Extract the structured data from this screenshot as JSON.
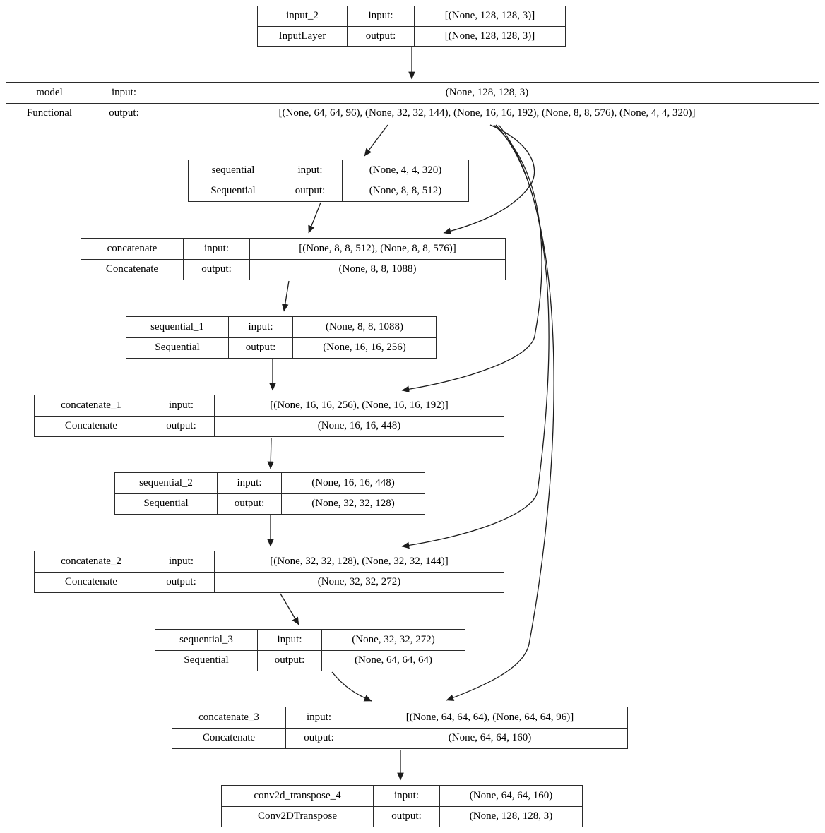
{
  "colors": {
    "background": "#ffffff",
    "line": "#1c1c1c",
    "text": "#000000"
  },
  "nodes": [
    {
      "id": "input_2",
      "name": "input_2",
      "type": "InputLayer",
      "input_label": "input:",
      "output_label": "output:",
      "input_shape": "[(None, 128, 128, 3)]",
      "output_shape": "[(None, 128, 128, 3)]"
    },
    {
      "id": "model",
      "name": "model",
      "type": "Functional",
      "input_label": "input:",
      "output_label": "output:",
      "input_shape": "(None, 128, 128, 3)",
      "output_shape": "[(None, 64, 64, 96), (None, 32, 32, 144), (None, 16, 16, 192), (None, 8, 8, 576), (None, 4, 4, 320)]"
    },
    {
      "id": "sequential",
      "name": "sequential",
      "type": "Sequential",
      "input_label": "input:",
      "output_label": "output:",
      "input_shape": "(None, 4, 4, 320)",
      "output_shape": "(None, 8, 8, 512)"
    },
    {
      "id": "concatenate",
      "name": "concatenate",
      "type": "Concatenate",
      "input_label": "input:",
      "output_label": "output:",
      "input_shape": "[(None, 8, 8, 512), (None, 8, 8, 576)]",
      "output_shape": "(None, 8, 8, 1088)"
    },
    {
      "id": "sequential_1",
      "name": "sequential_1",
      "type": "Sequential",
      "input_label": "input:",
      "output_label": "output:",
      "input_shape": "(None, 8, 8, 1088)",
      "output_shape": "(None, 16, 16, 256)"
    },
    {
      "id": "concatenate_1",
      "name": "concatenate_1",
      "type": "Concatenate",
      "input_label": "input:",
      "output_label": "output:",
      "input_shape": "[(None, 16, 16, 256), (None, 16, 16, 192)]",
      "output_shape": "(None, 16, 16, 448)"
    },
    {
      "id": "sequential_2",
      "name": "sequential_2",
      "type": "Sequential",
      "input_label": "input:",
      "output_label": "output:",
      "input_shape": "(None, 16, 16, 448)",
      "output_shape": "(None, 32, 32, 128)"
    },
    {
      "id": "concatenate_2",
      "name": "concatenate_2",
      "type": "Concatenate",
      "input_label": "input:",
      "output_label": "output:",
      "input_shape": "[(None, 32, 32, 128), (None, 32, 32, 144)]",
      "output_shape": "(None, 32, 32, 272)"
    },
    {
      "id": "sequential_3",
      "name": "sequential_3",
      "type": "Sequential",
      "input_label": "input:",
      "output_label": "output:",
      "input_shape": "(None, 32, 32, 272)",
      "output_shape": "(None, 64, 64, 64)"
    },
    {
      "id": "concatenate_3",
      "name": "concatenate_3",
      "type": "Concatenate",
      "input_label": "input:",
      "output_label": "output:",
      "input_shape": "[(None, 64, 64, 64), (None, 64, 64, 96)]",
      "output_shape": "(None, 64, 64, 160)"
    },
    {
      "id": "conv2d_transpose_4",
      "name": "conv2d_transpose_4",
      "type": "Conv2DTranspose",
      "input_label": "input:",
      "output_label": "output:",
      "input_shape": "(None, 64, 64, 160)",
      "output_shape": "(None, 128, 128, 3)"
    }
  ],
  "edges": [
    {
      "from": "input_2",
      "to": "model"
    },
    {
      "from": "model",
      "to": "sequential"
    },
    {
      "from": "sequential",
      "to": "concatenate"
    },
    {
      "from": "model",
      "to": "concatenate"
    },
    {
      "from": "concatenate",
      "to": "sequential_1"
    },
    {
      "from": "sequential_1",
      "to": "concatenate_1"
    },
    {
      "from": "model",
      "to": "concatenate_1"
    },
    {
      "from": "concatenate_1",
      "to": "sequential_2"
    },
    {
      "from": "sequential_2",
      "to": "concatenate_2"
    },
    {
      "from": "model",
      "to": "concatenate_2"
    },
    {
      "from": "concatenate_2",
      "to": "sequential_3"
    },
    {
      "from": "sequential_3",
      "to": "concatenate_3"
    },
    {
      "from": "model",
      "to": "concatenate_3"
    },
    {
      "from": "concatenate_3",
      "to": "conv2d_transpose_4"
    }
  ]
}
